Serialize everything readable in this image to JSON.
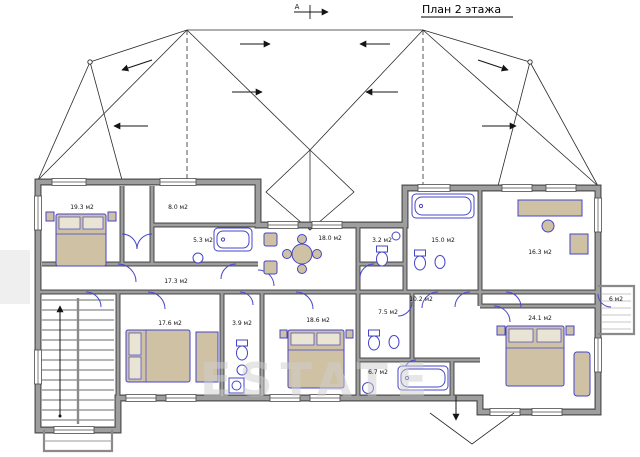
{
  "title": "План 2 этажа",
  "section_marker": "А",
  "watermark": "ESTATE",
  "rooms": {
    "r19_3": "19.3 м2",
    "r8_0": "8.0 м2",
    "r5_3": "5.3 м2",
    "r17_3": "17.3 м2",
    "r18_0": "18.0 м2",
    "r3_2": "3.2 м2",
    "r15_0": "15.0 м2",
    "r16_3": "16.3 м2",
    "r10_2": "10.2 м2",
    "r24_1": "24.1 м2",
    "r6_0": "6 м2",
    "r17_6": "17.6 м2",
    "r3_9": "3.9 м2",
    "r18_6": "18.6 м2",
    "r7_5": "7.5 м2",
    "r6_7": "6.7 м2"
  },
  "colors": {
    "wall_core": "#9e9e9e",
    "wall_edge": "#4f4f4f",
    "door": "#4646cc",
    "furniture_fill": "#cfc2a4",
    "roof_line": "#2a2a2a",
    "watermark": "#cfcfcf"
  }
}
